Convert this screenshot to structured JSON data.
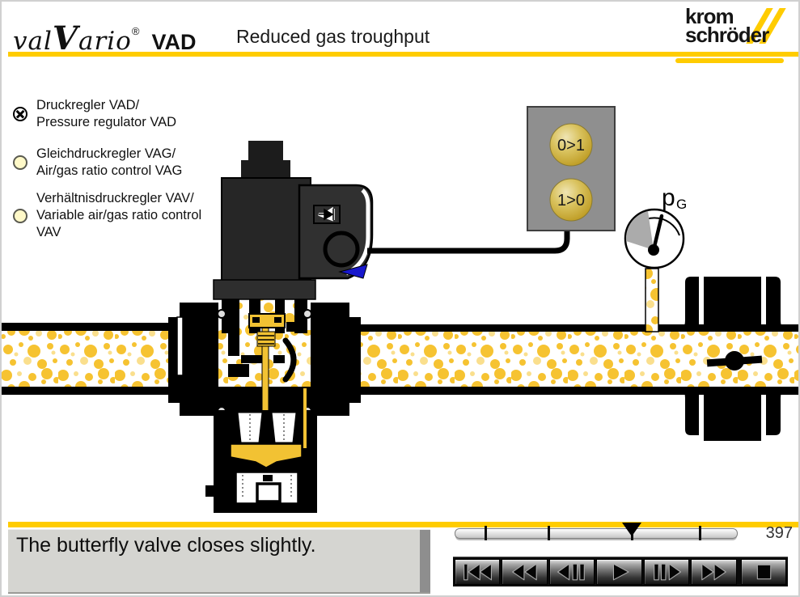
{
  "window": {
    "accent_yellow": "#FFCC00",
    "background": "#FFFFFF"
  },
  "header": {
    "product_logo": {
      "script_pre": "val",
      "script_cap": "V",
      "script_post": "ario",
      "registered": "®",
      "model": "VAD"
    },
    "title": "Reduced gas troughput",
    "brand_logo": {
      "line1": "krom",
      "line2": "schröder"
    }
  },
  "menu": {
    "items": [
      {
        "id": "vad",
        "label_de": "Druckregler VAD/",
        "label_en": "Pressure regulator VAD",
        "selected": true
      },
      {
        "id": "vag",
        "label_de": "Gleichdruckregler VAG/",
        "label_en": "Air/gas ratio control VAG",
        "selected": false
      },
      {
        "id": "vav",
        "label_de": "Verhältnisdruckregler VAV/",
        "label_en": "Variable air/gas ratio control VAV",
        "selected": false
      }
    ]
  },
  "diagram": {
    "switch_box": {
      "top_button": "0>1",
      "bottom_button": "1>0"
    },
    "gauge": {
      "label": "p",
      "subscript": "G"
    },
    "gas_dot_color": "#F6C331",
    "gas_dot_color_light": "#FADF8D",
    "valve_stem_color": "#F2C233"
  },
  "caption": {
    "text": "The butterfly valve closes slightly."
  },
  "player": {
    "frame_number": "397",
    "buttons": [
      "skip-to-start",
      "rewind",
      "step-back",
      "play",
      "step-forward",
      "fast-forward",
      "stop"
    ]
  }
}
